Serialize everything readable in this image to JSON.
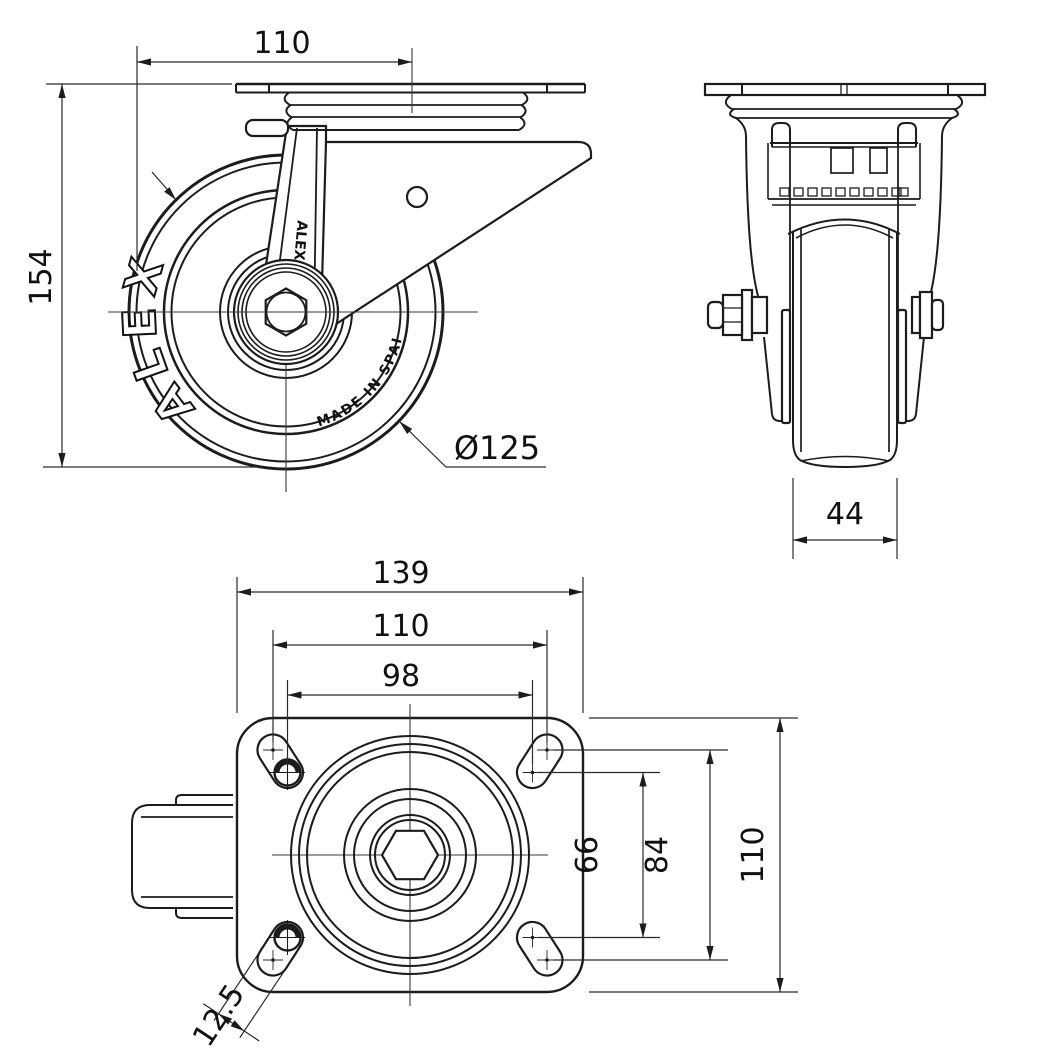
{
  "drawing": {
    "background": "#ffffff",
    "line_color": "#1c1c1c",
    "side_view": {
      "offset_dim": "110",
      "height_dim": "154",
      "wheel_diameter_dim": "Ø125",
      "wheel_brand": "ALEX",
      "wheel_origin": "MADE IN SPAIN",
      "fork_brand": "ALEX"
    },
    "front_view": {
      "wheel_width_dim": "44"
    },
    "plan_view": {
      "plate_length_dim": "139",
      "bolt_span_x_dim": "110",
      "bolt_inner_x_dim": "98",
      "bolt_inner_y_dim": "66",
      "bolt_span_y_dim": "84",
      "plate_width_dim": "110",
      "slot_width_dim": "12.5"
    }
  }
}
